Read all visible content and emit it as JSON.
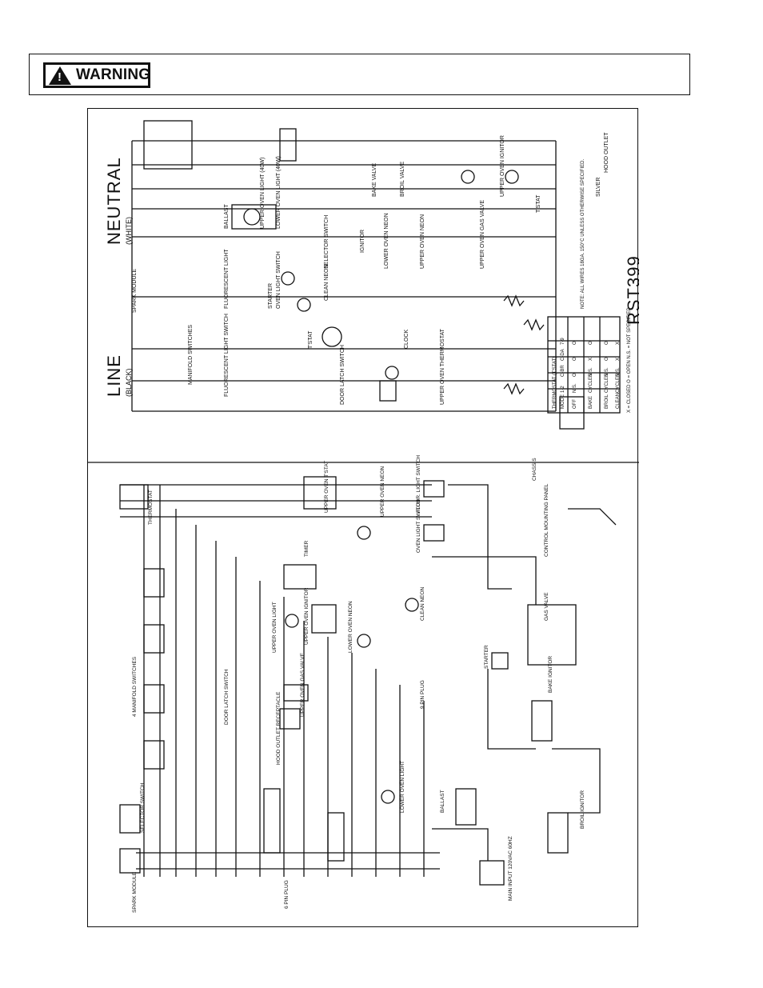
{
  "warning": {
    "label": "WARNING",
    "icon": "warning-triangle-icon"
  },
  "schematic": {
    "line_title": "LINE",
    "line_sub": "(BLACK)",
    "neutral_title": "NEUTRAL",
    "neutral_sub": "(WHITE)",
    "model_code": "RST399",
    "labels": {
      "manifold_switches": "MANIFOLD SWITCHES",
      "spark_module": "SPARK MODULE",
      "fluorescent_light_switch": "FLUORESCENT LIGHT SWITCH",
      "fluorescent_light": "FLUORESCENT LIGHT",
      "starter": "STARTER",
      "ballast": "BALLAST",
      "upper_oven_light": "UPPER OVEN LIGHT (40W)",
      "oven_light_switch": "OVEN LIGHT SWITCH",
      "lower_oven_light": "LOWER OVEN LIGHT (40W)",
      "door_latch_switch": "DOOR LATCH SWITCH",
      "tstat": "T'STAT",
      "clean_neon": "CLEAN NEON",
      "selector_switch": "SELECTOR SWITCH",
      "lower_oven_neon": "LOWER OVEN NEON",
      "ignitor": "IGNITOR",
      "bake_valve": "BAKE VALVE",
      "broil_valve": "BROIL VALVE",
      "clock": "CLOCK",
      "upper_oven_neon": "UPPER OVEN NEON",
      "upper_oven_thermostat": "UPPER OVEN THERMOSTAT",
      "upper_oven_gas_valve": "UPPER OVEN GAS VALVE",
      "upper_oven_ignitor": "UPPER OVEN IGNITOR",
      "hood_outlet": "HOOD OUTLET",
      "silver": "SILVER"
    },
    "thermostat_table": {
      "title": "THERMOSTAT (T'STAT)",
      "headers": [
        "MODE",
        "1-2",
        "C-BR",
        "C-DA",
        "7-9"
      ],
      "rows": [
        [
          "OFF",
          "N.S.",
          "O",
          "O",
          "O"
        ],
        [
          "BAKE",
          "CYCLES",
          "N.S.",
          "X",
          "O"
        ],
        [
          "BROIL",
          "CYCLES",
          "N.S.",
          "O",
          "O"
        ],
        [
          "CLEAN",
          "CYCLES",
          "N.S.",
          "X",
          "X"
        ]
      ],
      "legend": "X = CLOSED   O = OPEN   N.S. = NOT SPECIFIED"
    },
    "notes": "NOTE: ALL WIRES 18GA. 150°C UNLESS OTHERWISE SPECIFIED."
  },
  "wiring": {
    "labels": {
      "manifold_switches": "4 MANIFOLD SWITCHES",
      "door_latch_switch": "DOOR LATCH SWITCH",
      "hood_outlet_receptacle": "HOOD OUTLET RECEPTACLE",
      "upper_oven_light": "UPPER OVEN LIGHT",
      "upper_oven_ignitor": "UPPER OVEN IGNITOR",
      "lower_oven_neon": "LOWER OVEN NEON",
      "upper_oven_gas_valve": "UPPER OVEN GAS VALVE",
      "timer": "TIMER",
      "upper_oven_tstat": "UPPER OVEN T'STAT",
      "upper_oven_neon": "UPPER OVEN NEON",
      "fluor_light_switch": "FLUOR. LIGHT SWITCH",
      "oven_light_switch": "OVEN LIGHT SWITCH",
      "clean_neon": "CLEAN NEON",
      "chassis": "CHASSIS",
      "control_mounting_panel": "CONTROL MOUNTING PANEL",
      "starter": "STARTER",
      "bake_ignitor": "BAKE IGNITOR",
      "gas_valve": "GAS VALVE",
      "broil_ignitor": "BROIL IGNITOR",
      "ballast": "BALLAST",
      "lower_oven_light": "LOWER OVEN LIGHT",
      "main_input": "MAIN INPUT 120VAC 60HZ",
      "spark_module": "SPARK MODULE",
      "selector_switch": "SELECTOR SWITCH",
      "thermostat": "THERMOSTAT",
      "plug_9pin": "9 PIN PLUG",
      "plug_6pin": "6 PIN PLUG"
    }
  }
}
